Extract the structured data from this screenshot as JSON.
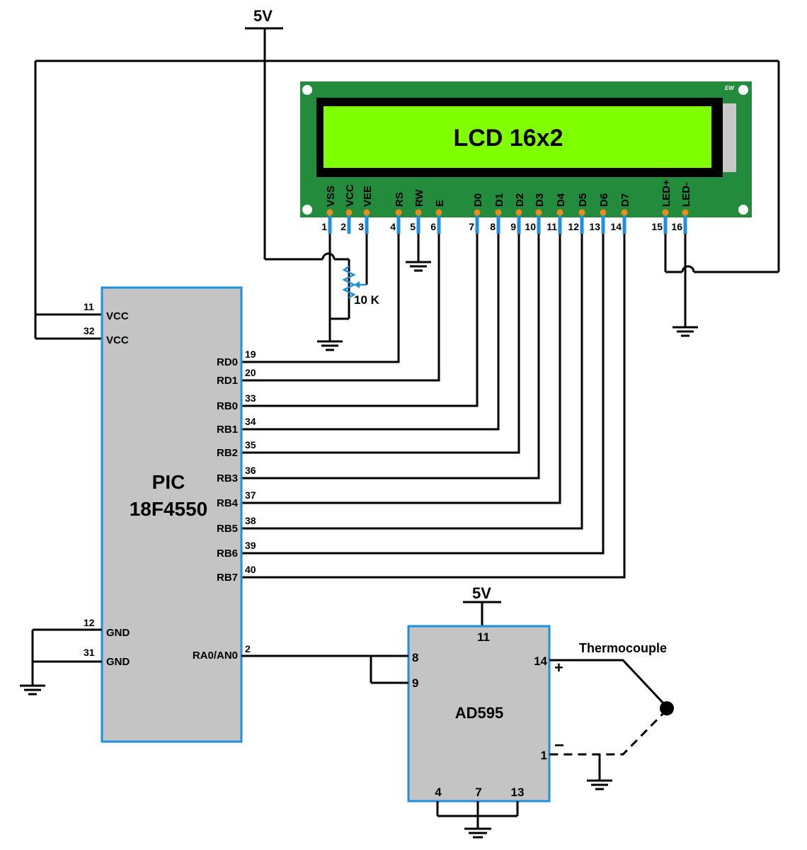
{
  "power": {
    "top_5v": "5V",
    "ad595_5v": "5V"
  },
  "lcd": {
    "title": "LCD 16x2",
    "logo": "EW",
    "pins": [
      {
        "name": "VSS",
        "num": "1"
      },
      {
        "name": "VCC",
        "num": "2"
      },
      {
        "name": "VEE",
        "num": "3"
      },
      {
        "name": "RS",
        "num": "4"
      },
      {
        "name": "RW",
        "num": "5"
      },
      {
        "name": "E",
        "num": "6"
      },
      {
        "name": "D0",
        "num": "7"
      },
      {
        "name": "D1",
        "num": "8"
      },
      {
        "name": "D2",
        "num": "9"
      },
      {
        "name": "D3",
        "num": "10"
      },
      {
        "name": "D4",
        "num": "11"
      },
      {
        "name": "D5",
        "num": "12"
      },
      {
        "name": "D6",
        "num": "13"
      },
      {
        "name": "D7",
        "num": "14"
      },
      {
        "name": "LED+",
        "num": "15"
      },
      {
        "name": "LED-",
        "num": "16"
      }
    ]
  },
  "potentiometer": {
    "label": "10 K"
  },
  "pic": {
    "name_line1": "PIC",
    "name_line2": "18F4550",
    "left_pins": [
      {
        "name": "VCC",
        "num": "11"
      },
      {
        "name": "VCC",
        "num": "32"
      },
      {
        "name": "GND",
        "num": "12"
      },
      {
        "name": "GND",
        "num": "31"
      }
    ],
    "right_pins": [
      {
        "name": "RD0",
        "num": "19"
      },
      {
        "name": "RD1",
        "num": "20"
      },
      {
        "name": "RB0",
        "num": "33"
      },
      {
        "name": "RB1",
        "num": "34"
      },
      {
        "name": "RB2",
        "num": "35"
      },
      {
        "name": "RB3",
        "num": "36"
      },
      {
        "name": "RB4",
        "num": "37"
      },
      {
        "name": "RB5",
        "num": "38"
      },
      {
        "name": "RB6",
        "num": "39"
      },
      {
        "name": "RB7",
        "num": "40"
      },
      {
        "name": "RA0/AN0",
        "num": "2"
      }
    ]
  },
  "ad595": {
    "name": "AD595",
    "pins": {
      "p11": "11",
      "p8": "8",
      "p9": "9",
      "p14": "14",
      "p1": "1",
      "p4": "4",
      "p7": "7",
      "p13": "13"
    },
    "plus": "+",
    "minus": "−"
  },
  "thermocouple": {
    "label": "Thermocouple"
  },
  "colors": {
    "lcd_board": "#238b3c",
    "lcd_screen": "#7fff00",
    "chip_fill": "#c4c4c4",
    "chip_border": "#1e90e0",
    "pin_blue": "#1e90e0",
    "pin_orange": "#f08a1a"
  }
}
